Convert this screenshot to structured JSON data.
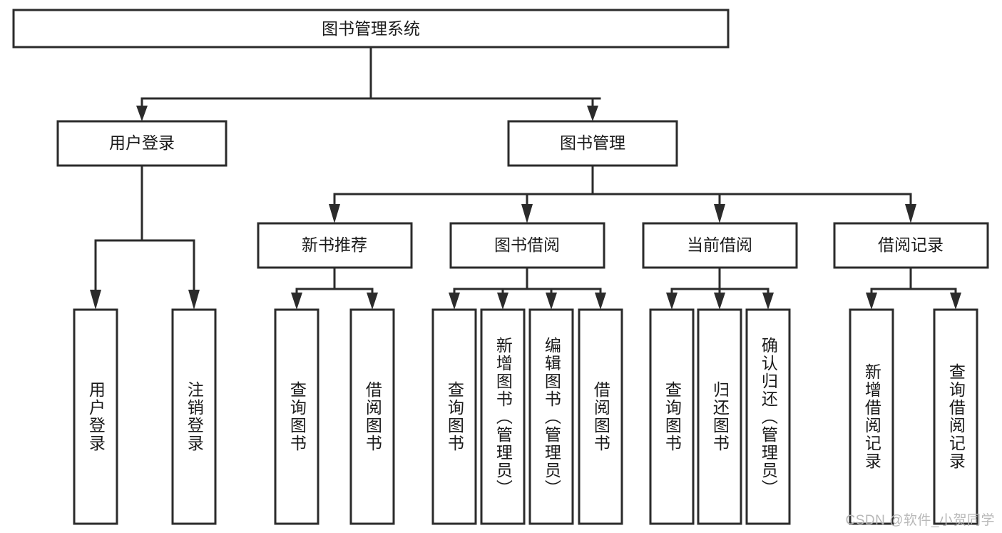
{
  "diagram": {
    "type": "tree",
    "title": "图书管理系统",
    "watermark": "CSDN @软件_小贺同学",
    "colors": {
      "stroke": "#2b2b2b",
      "fill": "#ffffff",
      "text": "#1a1a1a",
      "watermark": "#b8b8b8",
      "background": "#ffffff"
    },
    "levels": {
      "root": {
        "label": "图书管理系统"
      },
      "level2": [
        {
          "label": "用户登录"
        },
        {
          "label": "图书管理"
        }
      ],
      "level3": [
        {
          "label": "新书推荐"
        },
        {
          "label": "图书借阅"
        },
        {
          "label": "当前借阅"
        },
        {
          "label": "借阅记录"
        }
      ]
    },
    "nodes": {
      "root": {
        "label": "图书管理系统",
        "orientation": "horizontal"
      },
      "user_login": {
        "label": "用户登录",
        "orientation": "horizontal"
      },
      "book_manage": {
        "label": "图书管理",
        "orientation": "horizontal"
      },
      "new_book_rec": {
        "label": "新书推荐",
        "orientation": "horizontal"
      },
      "book_borrow": {
        "label": "图书借阅",
        "orientation": "horizontal"
      },
      "current_borrow": {
        "label": "当前借阅",
        "orientation": "horizontal"
      },
      "borrow_record": {
        "label": "借阅记录",
        "orientation": "horizontal"
      },
      "leaf_user_login": {
        "label": "用户登录",
        "orientation": "vertical"
      },
      "leaf_user_logout": {
        "label": "注销登录",
        "orientation": "vertical"
      },
      "leaf_rec_query": {
        "label": "查询图书",
        "orientation": "vertical"
      },
      "leaf_rec_borrow": {
        "label": "借阅图书",
        "orientation": "vertical"
      },
      "leaf_borrow_query": {
        "label": "查询图书",
        "orientation": "vertical"
      },
      "leaf_borrow_add": {
        "label": "新增图书（管理员）",
        "orientation": "vertical"
      },
      "leaf_borrow_edit": {
        "label": "编辑图书（管理员）",
        "orientation": "vertical"
      },
      "leaf_borrow_do": {
        "label": "借阅图书",
        "orientation": "vertical"
      },
      "leaf_cur_query": {
        "label": "查询图书",
        "orientation": "vertical"
      },
      "leaf_cur_return": {
        "label": "归还图书",
        "orientation": "vertical"
      },
      "leaf_cur_confirm": {
        "label": "确认归还（管理员）",
        "orientation": "vertical"
      },
      "leaf_rec_add": {
        "label": "新增借阅记录",
        "orientation": "vertical"
      },
      "leaf_rec_search": {
        "label": "查询借阅记录",
        "orientation": "vertical"
      }
    },
    "edges": [
      {
        "from": "图书管理系统",
        "to": "用户登录"
      },
      {
        "from": "图书管理系统",
        "to": "图书管理"
      },
      {
        "from": "用户登录",
        "to": "用户登录"
      },
      {
        "from": "用户登录",
        "to": "注销登录"
      },
      {
        "from": "图书管理",
        "to": "新书推荐"
      },
      {
        "from": "图书管理",
        "to": "图书借阅"
      },
      {
        "from": "图书管理",
        "to": "当前借阅"
      },
      {
        "from": "图书管理",
        "to": "借阅记录"
      },
      {
        "from": "新书推荐",
        "to": "查询图书"
      },
      {
        "from": "新书推荐",
        "to": "借阅图书"
      },
      {
        "from": "图书借阅",
        "to": "查询图书"
      },
      {
        "from": "图书借阅",
        "to": "新增图书（管理员）"
      },
      {
        "from": "图书借阅",
        "to": "编辑图书（管理员）"
      },
      {
        "from": "图书借阅",
        "to": "借阅图书"
      },
      {
        "from": "当前借阅",
        "to": "查询图书"
      },
      {
        "from": "当前借阅",
        "to": "归还图书"
      },
      {
        "from": "当前借阅",
        "to": "确认归还（管理员）"
      },
      {
        "from": "借阅记录",
        "to": "新增借阅记录"
      },
      {
        "from": "借阅记录",
        "to": "查询借阅记录"
      }
    ]
  }
}
